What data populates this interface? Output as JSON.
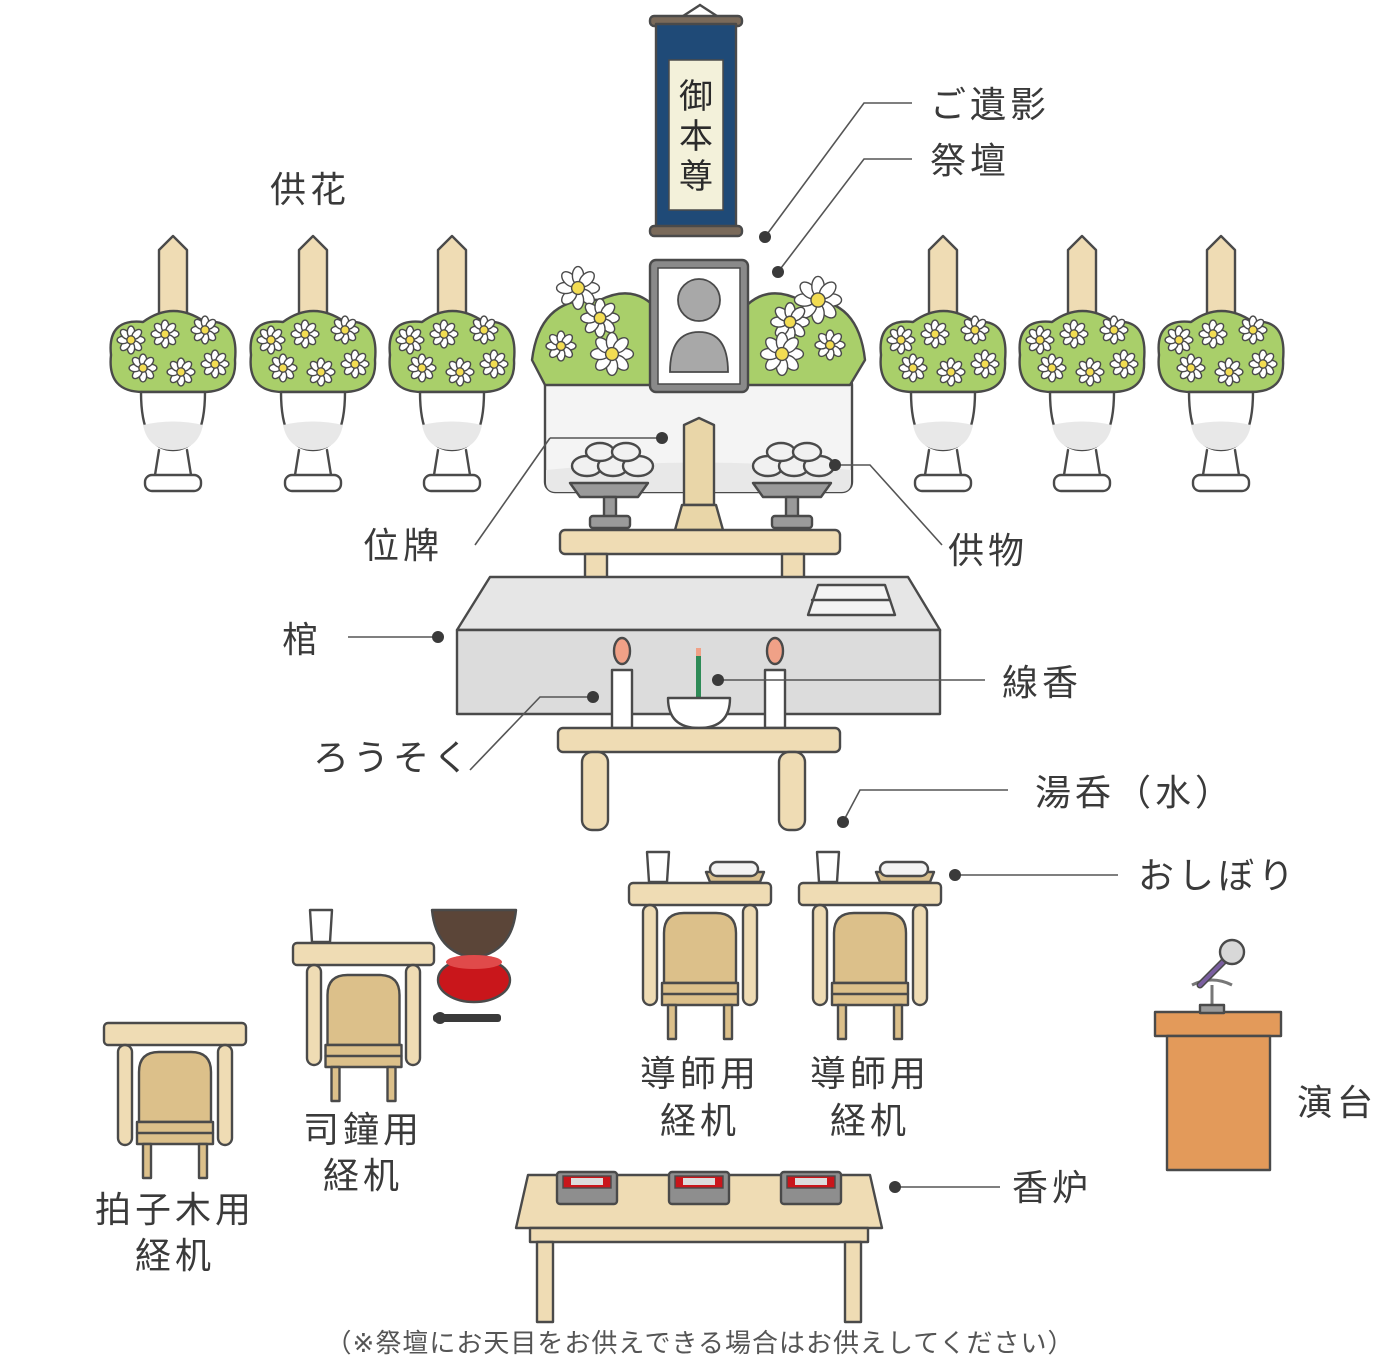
{
  "scroll": {
    "text": "御本尊"
  },
  "labels": {
    "portrait": "ご遺影",
    "altar": "祭壇",
    "flowers": "供花",
    "tablet": "位牌",
    "offerings": "供物",
    "coffin": "棺",
    "incense": "線香",
    "candles": "ろうそく",
    "water": "湯呑（水）",
    "towel": "おしぼり",
    "podium": "演台",
    "clappers_desk": [
      "拍子木用",
      "経机"
    ],
    "bell_desk": [
      "司鐘用",
      "経机"
    ],
    "priest_desk_1": [
      "導師用",
      "経机"
    ],
    "priest_desk_2": [
      "導師用",
      "経机"
    ],
    "censer": "香炉"
  },
  "note": "（※祭壇にお天目をお供えできる場合はお供えしてください）",
  "colors": {
    "scroll_blue": "#1f4a77",
    "paper": "#f3f1da",
    "wood": "#efdcb4",
    "wood_dark": "#d9c08e",
    "chair": "#dcc08a",
    "leaf": "#a9cf6a",
    "coffin": "#dcdcdc",
    "podium": "#e39a5a",
    "bowl_red": "#c9161b",
    "bowl_brown": "#5b4538",
    "flame": "#f0a187",
    "incense_stick": "#2e8b57"
  }
}
